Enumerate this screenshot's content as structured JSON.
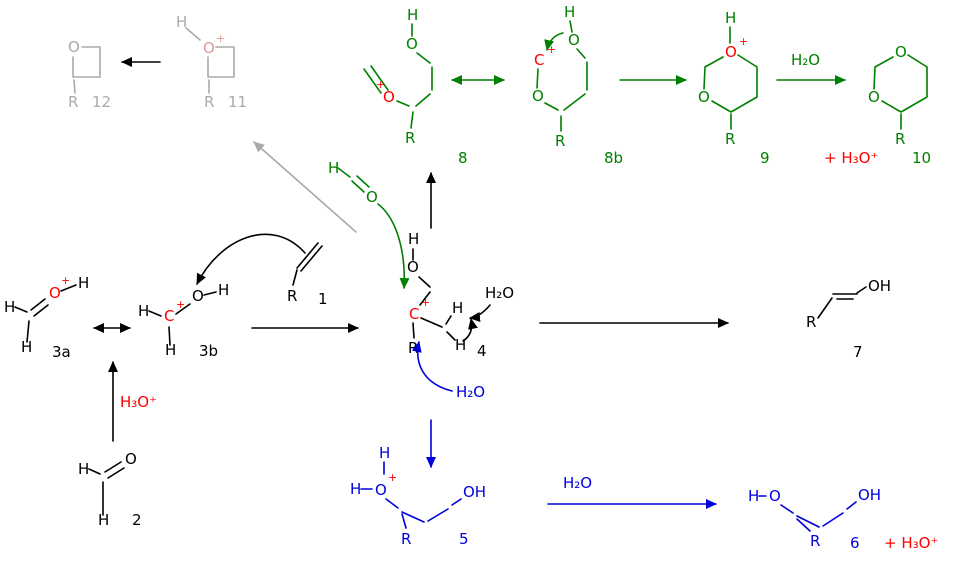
{
  "diagram": {
    "atoms": {
      "h": "H",
      "o": "O",
      "c": "C",
      "r": "R",
      "oh": "OH",
      "plus": "+"
    },
    "formulas": {
      "water": "H₂O",
      "hydronium": "H₃O⁺",
      "plus_hydronium": "+ H₃O⁺"
    },
    "labels": {
      "s1": "1",
      "s2": "2",
      "s3a": "3a",
      "s3b": "3b",
      "s4": "4",
      "s5": "5",
      "s6": "6",
      "s7": "7",
      "s8": "8",
      "s8b": "8b",
      "s9": "9",
      "s10": "10",
      "s11": "11",
      "s12": "12"
    },
    "colors": {
      "background": "#ffffff",
      "main_pathway": "#000000",
      "acetal_pathway_green": "#008000",
      "diol_pathway_blue": "#0000dd",
      "charges_red": "#ff0000",
      "faded_side_path_gray": "#aaaaaa",
      "faded_charge_pink": "#dd9999"
    }
  }
}
